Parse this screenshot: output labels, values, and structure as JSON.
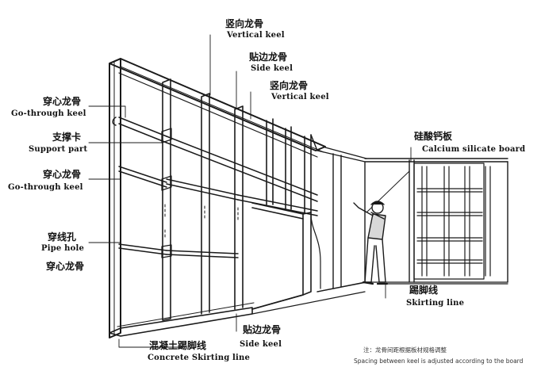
{
  "labels": {
    "vertical_keel_top_cn": "竖向龙骨",
    "vertical_keel_top_en": "Vertical keel",
    "side_keel_top_cn": "贴边龙骨",
    "side_keel_top_en": "Side keel",
    "vertical_keel_mid_cn": "竖向龙骨",
    "vertical_keel_mid_en": "Vertical keel",
    "go_through_keel_1_cn": "穿心龙骨",
    "go_through_keel_1_en": "Go-through keel",
    "support_part_cn": "支撑卡",
    "support_part_en": "Support part",
    "go_through_keel_2_cn": "穿心龙骨",
    "go_through_keel_2_en": "Go-through keel",
    "pipe_hole_cn": "穿线孔",
    "pipe_hole_en": "Pipe hole",
    "go_through_keel_3_cn": "穿心龙骨",
    "calcium_silicate_board_cn": "硅酸钙板",
    "calcium_silicate_board_en": "Calcium silicate board",
    "skirting_line_cn": "踢脚线",
    "skirting_line_en": "Skirting line",
    "side_keel_bottom_cn": "贴边龙骨",
    "side_keel_bottom_en": "Side keel",
    "concrete_skirting_line_cn": "混凝土踢脚线",
    "concrete_skirting_line_en": "Concrete Skirting line",
    "note_cn": "注：龙骨间距根据板材规格调整",
    "note_en": "Spacing between keel is adjusted according to the board"
  }
}
